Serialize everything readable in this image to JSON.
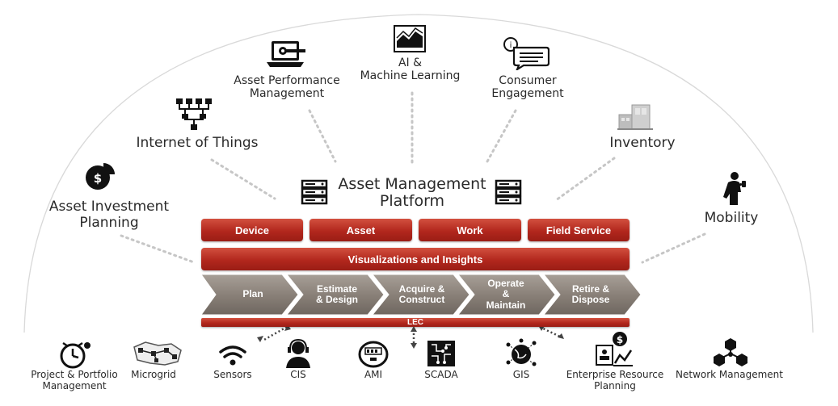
{
  "top_capabilities": {
    "asset_investment_planning": "Asset Investment\nPlanning",
    "internet_of_things": "Internet of Things",
    "asset_performance_management": "Asset Performance\nManagement",
    "ai_machine_learning": "AI &\nMachine Learning",
    "consumer_engagement": "Consumer\nEngagement",
    "inventory": "Inventory",
    "mobility": "Mobility"
  },
  "platform": {
    "title": "Asset Management\nPlatform",
    "modules": [
      "Device",
      "Asset",
      "Work",
      "Field Service"
    ],
    "insights_bar": "Visualizations and Insights",
    "lifecycle": [
      "Plan",
      "Estimate\n& Design",
      "Acquire &\nConstruct",
      "Operate\n&\nMaintain",
      "Retire &\nDispose"
    ],
    "lec_bar": "LEC"
  },
  "bottom_systems": [
    {
      "label": "Project & Portfolio\nManagement",
      "icon": "clock-gear-icon"
    },
    {
      "label": "Microgrid",
      "icon": "microgrid-map-icon"
    },
    {
      "label": "Sensors",
      "icon": "wifi-signal-icon"
    },
    {
      "label": "CIS",
      "icon": "headset-agent-icon"
    },
    {
      "label": "AMI",
      "icon": "smart-meter-icon"
    },
    {
      "label": "SCADA",
      "icon": "circuit-board-icon"
    },
    {
      "label": "GIS",
      "icon": "globe-network-icon"
    },
    {
      "label": "Enterprise Resource\nPlanning",
      "icon": "finance-document-icon"
    },
    {
      "label": "Network Management",
      "icon": "network-nodes-icon"
    }
  ],
  "colors": {
    "red_primary": "#b2271d",
    "chevron_gray": "#8a8179",
    "dotted_line": "#c8c8c8",
    "arc": "#d9d9d9"
  }
}
